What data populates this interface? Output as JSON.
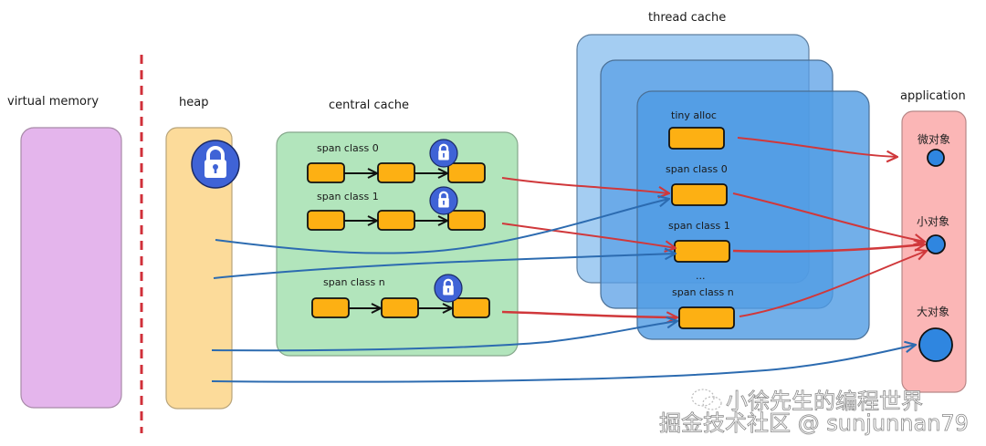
{
  "title_labels": {
    "virtual_memory": "virtual memory",
    "heap": "heap",
    "central_cache": "central cache",
    "thread_cache": "thread cache",
    "application": "application"
  },
  "central_cache": {
    "rows": [
      {
        "label": "span class 0",
        "blocks": 3,
        "locked": true
      },
      {
        "label": "span class 1",
        "blocks": 3,
        "locked": true
      },
      {
        "label": "span class n",
        "blocks": 3,
        "locked": true
      }
    ]
  },
  "thread_cache": {
    "layers": 3,
    "slots": [
      {
        "label": "tiny alloc"
      },
      {
        "label": "span class 0"
      },
      {
        "label": "span class 1"
      },
      {
        "label": "span class n"
      }
    ],
    "ellipsis": "..."
  },
  "application": {
    "objects": [
      {
        "label": "微对象",
        "size": "small"
      },
      {
        "label": "小对象",
        "size": "small"
      },
      {
        "label": "大对象",
        "size": "large"
      }
    ]
  },
  "icons": {
    "heap_lock": "lock-icon",
    "span_lock": "lock-icon"
  },
  "colors": {
    "virtual_memory_fill": "#e4b5ec",
    "heap_fill": "#fcdb9a",
    "central_cache_fill": "#b2e5bc",
    "thread_cache_fill": "#4f9be3",
    "application_fill": "#fbb6b6",
    "block_fill": "#fdb013",
    "lock_fill": "#3f63d6",
    "object_fill": "#2f86e0",
    "red_arrow": "#d0383b",
    "blue_arrow": "#2c6bb0",
    "divider": "#d0303a"
  },
  "watermark": {
    "line1": "小徐先生的编程世界",
    "line2": "掘金技术社区 @ sunjunnan79"
  }
}
